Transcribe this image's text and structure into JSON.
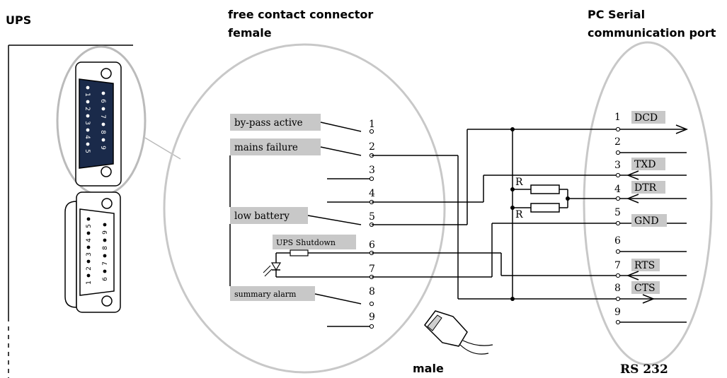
{
  "headers": {
    "ups": "UPS",
    "connector_line1": "free contact connector",
    "connector_line2": "female",
    "pc_line1": "PC Serial",
    "pc_line2": "communication port"
  },
  "contacts": [
    {
      "pin": "1",
      "label": "by-pass active"
    },
    {
      "pin": "2",
      "label": "mains failure"
    },
    {
      "pin": "3",
      "label": ""
    },
    {
      "pin": "4",
      "label": ""
    },
    {
      "pin": "5",
      "label": "low battery"
    },
    {
      "pin": "6",
      "label": "UPS Shutdown"
    },
    {
      "pin": "7",
      "label": ""
    },
    {
      "pin": "8",
      "label": "summary alarm"
    },
    {
      "pin": "9",
      "label": ""
    }
  ],
  "serial_pins": [
    {
      "pin": "1",
      "signal": "DCD"
    },
    {
      "pin": "2",
      "signal": ""
    },
    {
      "pin": "3",
      "signal": "TXD"
    },
    {
      "pin": "4",
      "signal": "DTR"
    },
    {
      "pin": "5",
      "signal": "GND"
    },
    {
      "pin": "6",
      "signal": ""
    },
    {
      "pin": "7",
      "signal": "RTS"
    },
    {
      "pin": "8",
      "signal": "CTS"
    },
    {
      "pin": "9",
      "signal": ""
    }
  ],
  "resistor_label": "R",
  "male_label": "male",
  "port_label": "RS 232",
  "female_db9_top_pins": [
    "1",
    "2",
    "3",
    "4",
    "5"
  ],
  "female_db9_bottom_pins": [
    "6",
    "7",
    "8",
    "9"
  ],
  "male_db9_top_pins": [
    "5",
    "4",
    "3",
    "2",
    "1"
  ],
  "male_db9_bottom_pins": [
    "9",
    "8",
    "7",
    "6"
  ]
}
